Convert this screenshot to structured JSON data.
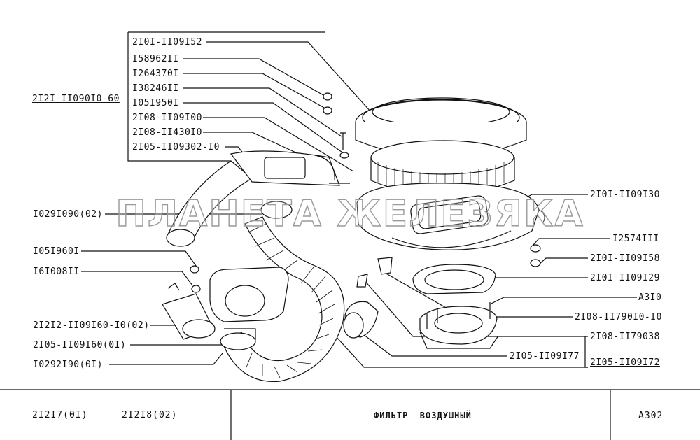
{
  "watermark": "ПЛАНЕТА ЖЕЛЕЗЯКА",
  "group_label": "2I2I-II090I0-60",
  "left_labels": [
    "2I0I-II09I52",
    "I58962II",
    "I264370I",
    "I38246II",
    "I05I950I",
    "2I08-II09I00",
    "2I08-II430I0",
    "2I05-II09302-I0"
  ],
  "left_lower_labels": [
    "I029I090(02)",
    "I05I960I",
    "I6I008II",
    "2I2I2-II09I60-I0(02)",
    "2I05-II09I60(0I)",
    "I0292I90(0I)"
  ],
  "right_labels": [
    "2I0I-II09I30",
    "I2574III",
    "2I0I-II09I58",
    "2I0I-II09I29",
    "A3I0",
    "2I08-II790I0-I0",
    "2I08-II79038",
    "2I05-II09I77"
  ],
  "right_group_label": "2I05-II09I72",
  "title_block": {
    "models_1": "2I2I7(0I)",
    "models_2": "2I2I8(02)",
    "title": "ФИЛЬТР  ВОЗДУШНЫЙ",
    "code": "A302"
  }
}
